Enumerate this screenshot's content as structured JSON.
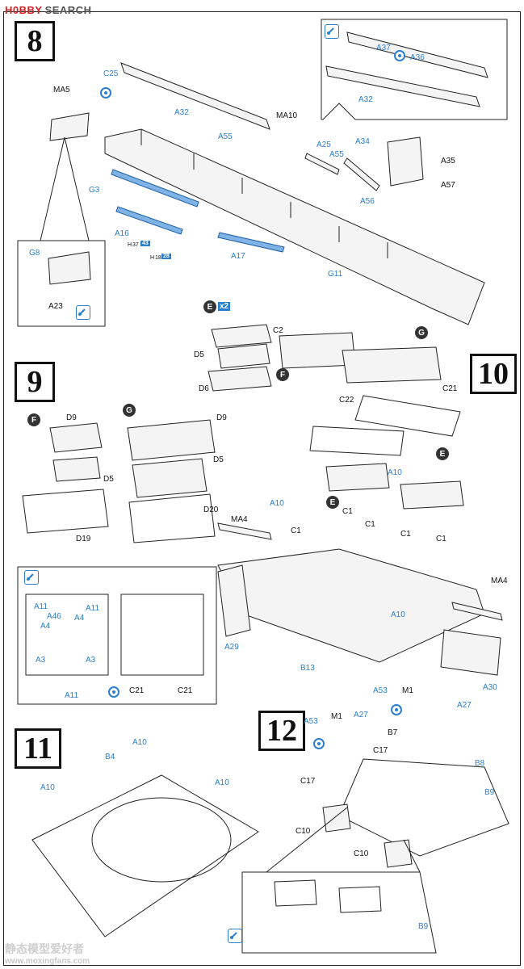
{
  "header": {
    "logo": "H0BBY SEARCH",
    "logo_main": "H0BBY",
    "logo_sub": "SEARCH"
  },
  "steps": {
    "s8": "8",
    "s9": "9",
    "s10": "10",
    "s11": "11",
    "s12": "12"
  },
  "step8": {
    "labels": [
      "C25",
      "MA5",
      "A32",
      "MA10",
      "A55",
      "A25",
      "A55",
      "A34",
      "A35",
      "A57",
      "G3",
      "A56",
      "A16",
      "A17",
      "G11",
      "A37",
      "A36",
      "A32"
    ],
    "inset_labels": [
      "G8",
      "A23"
    ],
    "tags": [
      "H",
      "37",
      "43",
      "H",
      "18",
      "28"
    ]
  },
  "step_e": {
    "letter": "E",
    "mult": "x2",
    "labels": [
      "C2",
      "D5",
      "D6"
    ]
  },
  "step9": {
    "groups": [
      "F",
      "G"
    ],
    "labels_f": [
      "D9",
      "D5",
      "D19"
    ],
    "labels_g": [
      "D9",
      "D5",
      "D20"
    ],
    "inset_labels": [
      "A11",
      "A46",
      "A4",
      "A4",
      "A11",
      "A3",
      "A3",
      "A11",
      "C21",
      "C21"
    ]
  },
  "step10": {
    "labels": [
      "F",
      "G",
      "C21",
      "C22",
      "E",
      "A10",
      "E",
      "A10",
      "MA4",
      "C1",
      "C1",
      "C1",
      "C1",
      "C1",
      "MA4",
      "A10",
      "A29",
      "B13",
      "A30"
    ]
  },
  "step11": {
    "labels": [
      "A10",
      "B4",
      "A10",
      "A10"
    ]
  },
  "step12": {
    "labels": [
      "A53",
      "M1",
      "A27",
      "A27",
      "A53",
      "M1",
      "B7",
      "C17",
      "B8",
      "C17",
      "B9",
      "C10",
      "C10",
      "B9"
    ]
  },
  "watermark": {
    "cn": "静态模型爱好者",
    "url": "www.moxingfans.com"
  },
  "colors": {
    "accent_blue": "#2a7fd0",
    "brand_red": "#d62020",
    "line": "#222222"
  }
}
